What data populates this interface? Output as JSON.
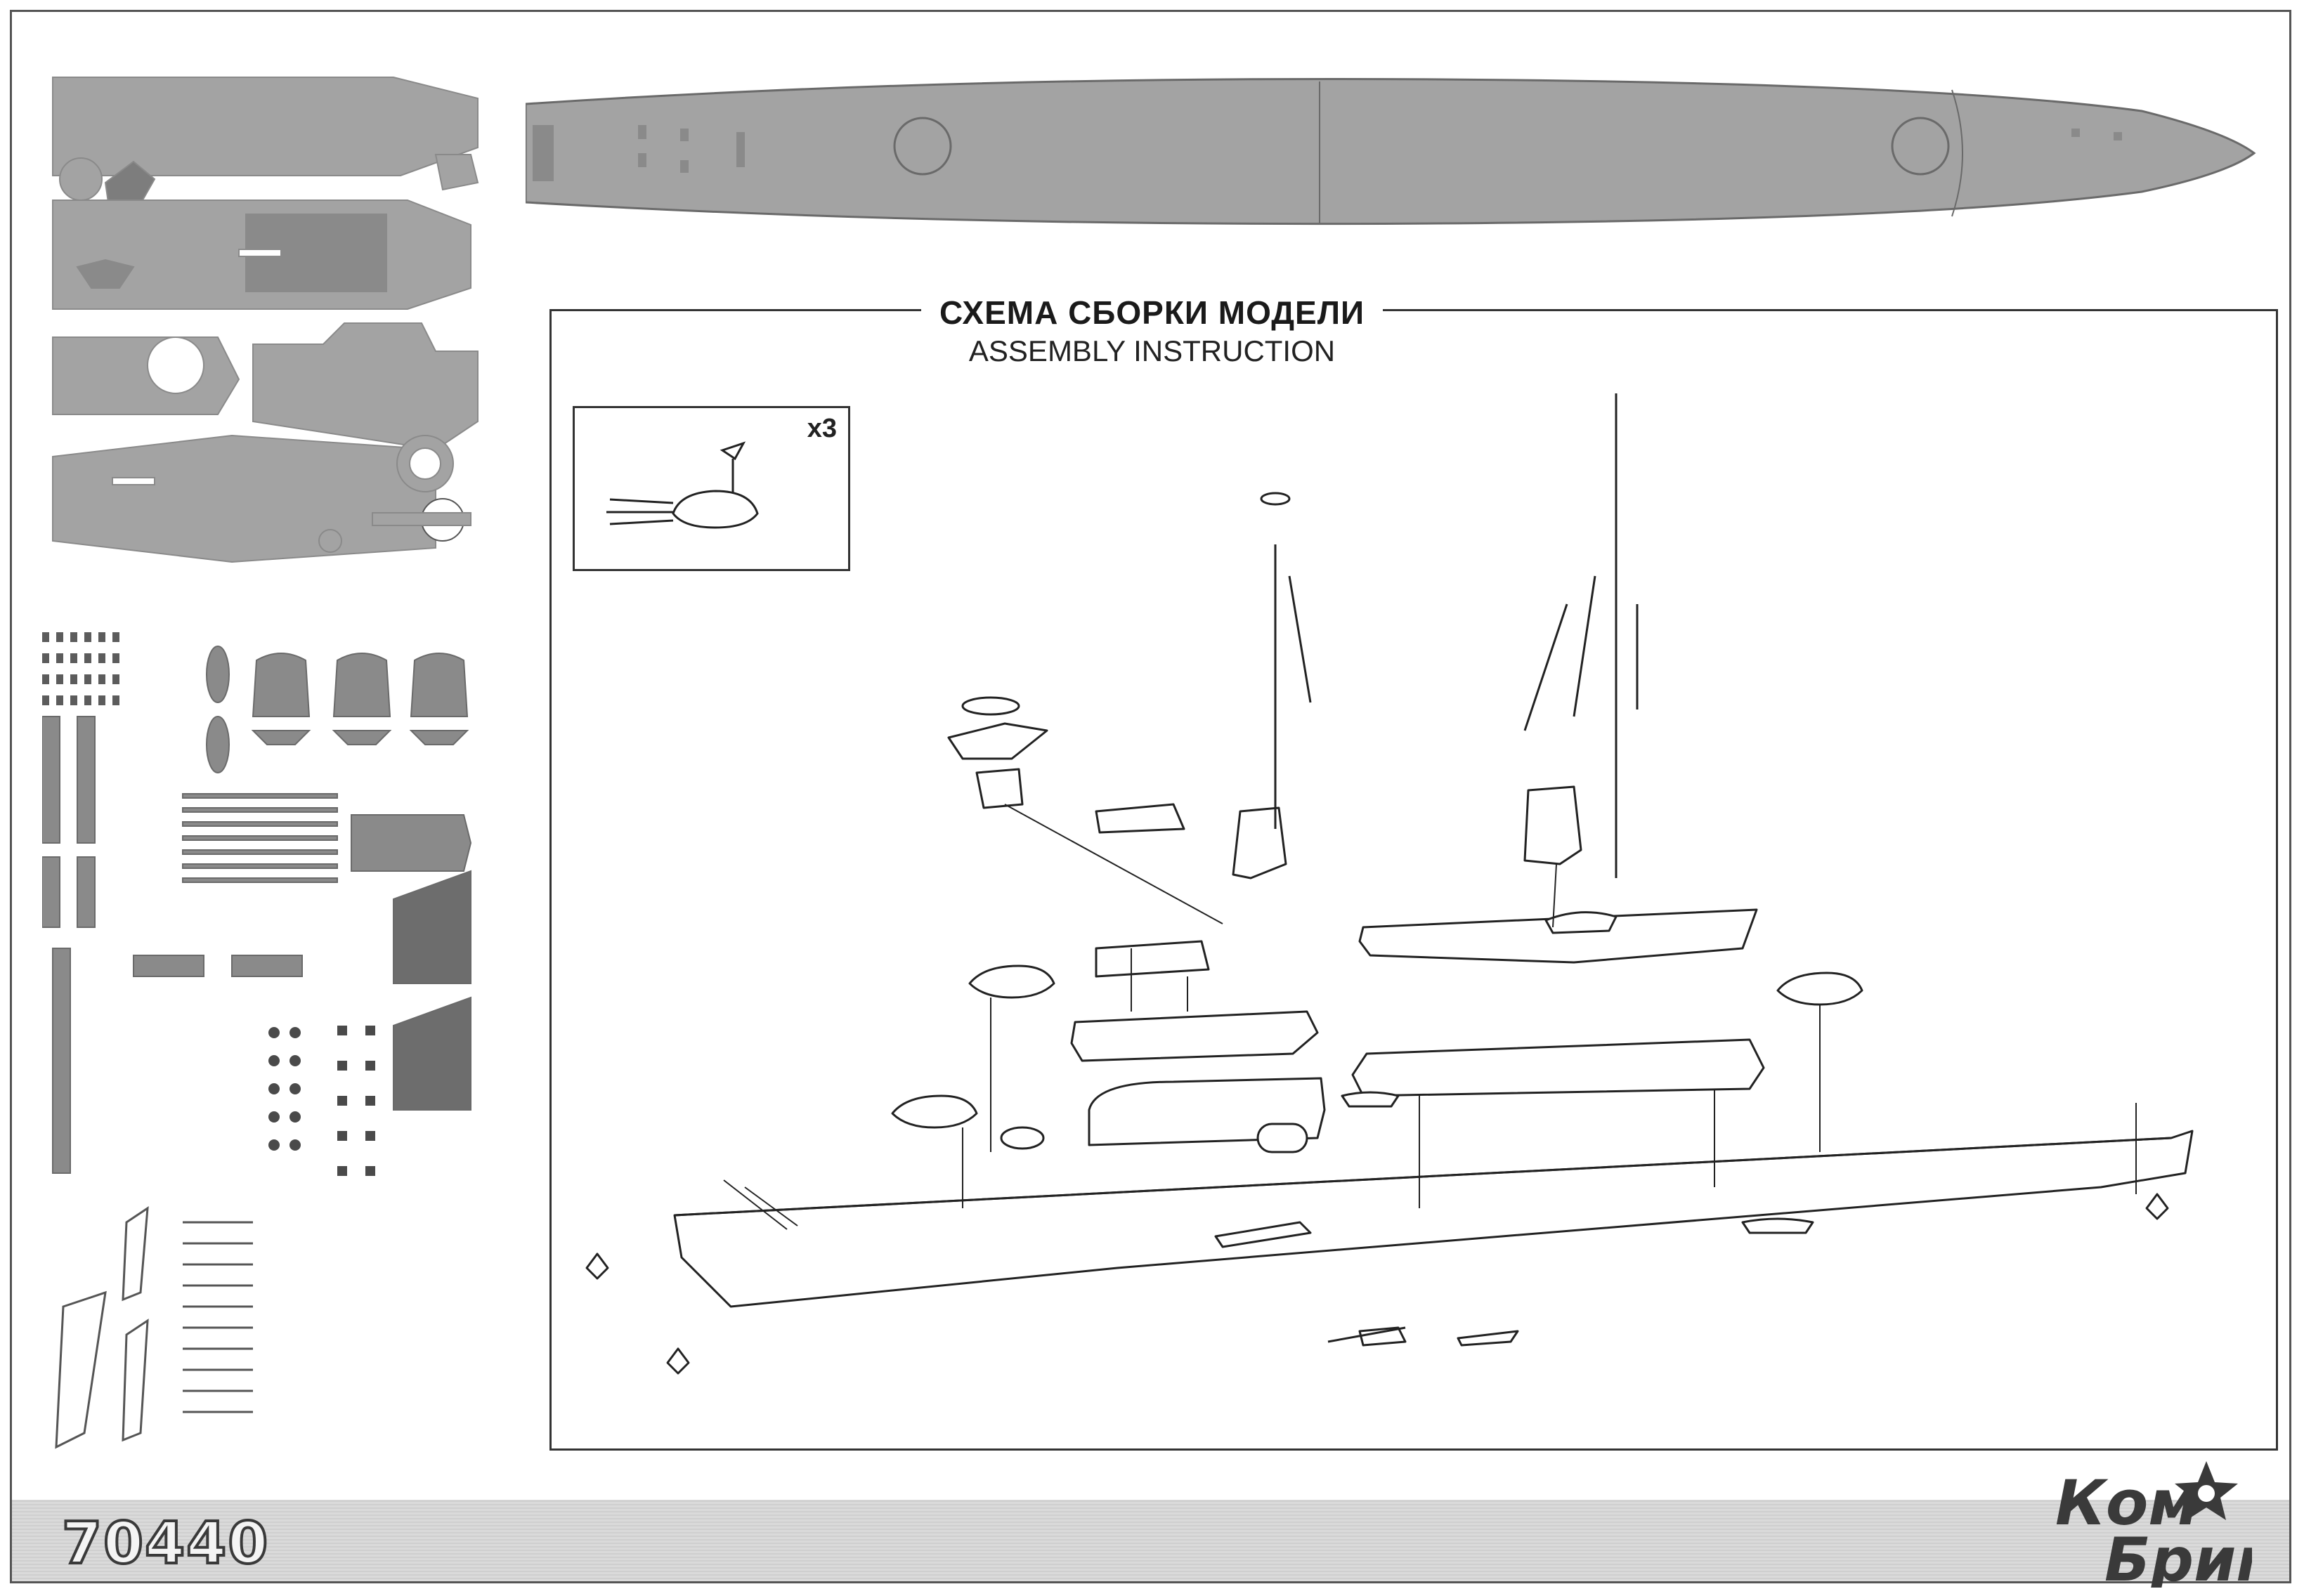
{
  "assembly": {
    "title_ru": "СХЕМА СБОРКИ МОДЕЛИ",
    "title_en": "ASSEMBLY INSTRUCTION",
    "inset_multiplier": "x3"
  },
  "footer": {
    "kit_number": "70440",
    "brand_line1": "Ком",
    "brand_line2": "Бриг"
  },
  "colors": {
    "part_gray": "#a3a3a3",
    "part_dark": "#7d7d7d",
    "line": "#2a2a2a",
    "footer_band": "#d4d4d4"
  },
  "icons": [
    "star-logo-icon",
    "anchor-icon",
    "gun-turret-icon",
    "mast-icon",
    "boat-icon"
  ]
}
